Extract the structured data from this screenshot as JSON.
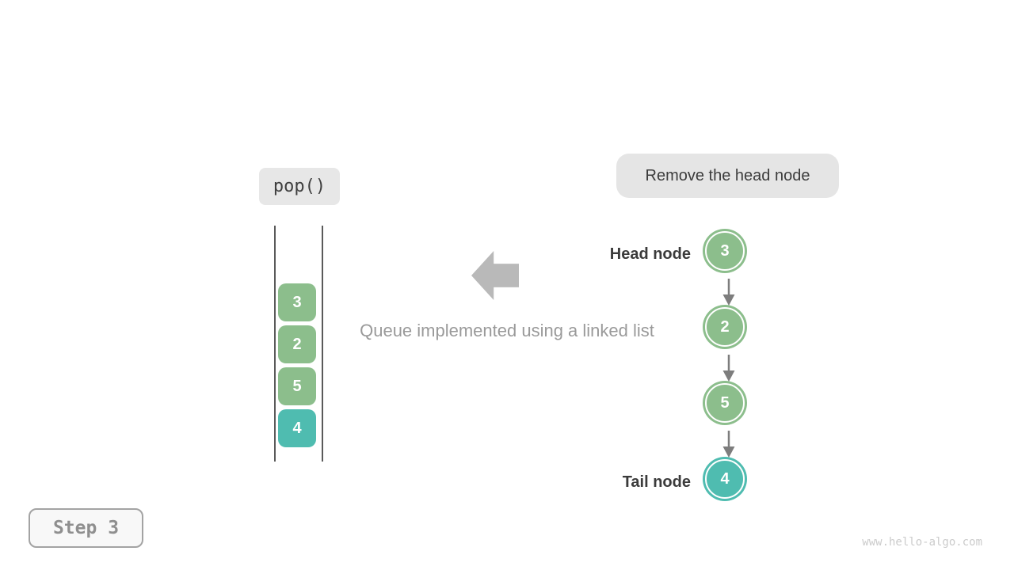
{
  "colors": {
    "node_green": "#8cbe8c",
    "node_teal": "#4fbcb0",
    "badge_gray": "#e5e5e5",
    "arrow_gray": "#b9b9b9",
    "connector_gray": "#7d7d7d"
  },
  "operation_badge": {
    "label": "pop()"
  },
  "action_badge": {
    "label": "Remove the head node"
  },
  "queue_stack": {
    "items": [
      {
        "value": "3",
        "color": "green"
      },
      {
        "value": "2",
        "color": "green"
      },
      {
        "value": "5",
        "color": "green"
      },
      {
        "value": "4",
        "color": "teal"
      }
    ]
  },
  "caption": "Queue implemented using a linked list",
  "linked_list": {
    "head_label": "Head node",
    "tail_label": "Tail node",
    "nodes": [
      {
        "value": "3",
        "color": "green"
      },
      {
        "value": "2",
        "color": "green"
      },
      {
        "value": "5",
        "color": "green"
      },
      {
        "value": "4",
        "color": "teal"
      }
    ]
  },
  "step_badge": {
    "label": "Step 3"
  },
  "watermark": "www.hello-algo.com"
}
